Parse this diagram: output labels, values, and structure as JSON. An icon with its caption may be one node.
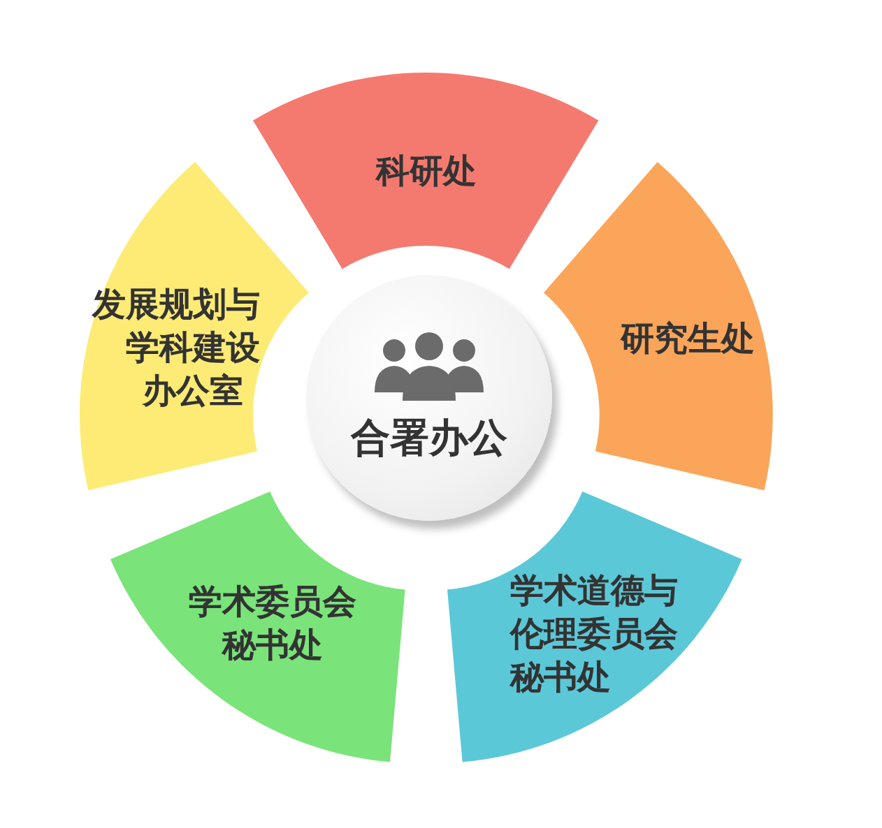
{
  "diagram": {
    "nodes": [
      {
        "text": [
          "合署办公"
        ]
      },
      {
        "text": [
          "科研处"
        ]
      },
      {
        "text": [
          "研究生处"
        ]
      },
      {
        "text": [
          "学术道德与伦理委员会秘书处"
        ]
      },
      {
        "text": [
          "学术委员会秘书处"
        ]
      },
      {
        "text": [
          "发展规划与学科建设办公室"
        ]
      }
    ]
  }
}
